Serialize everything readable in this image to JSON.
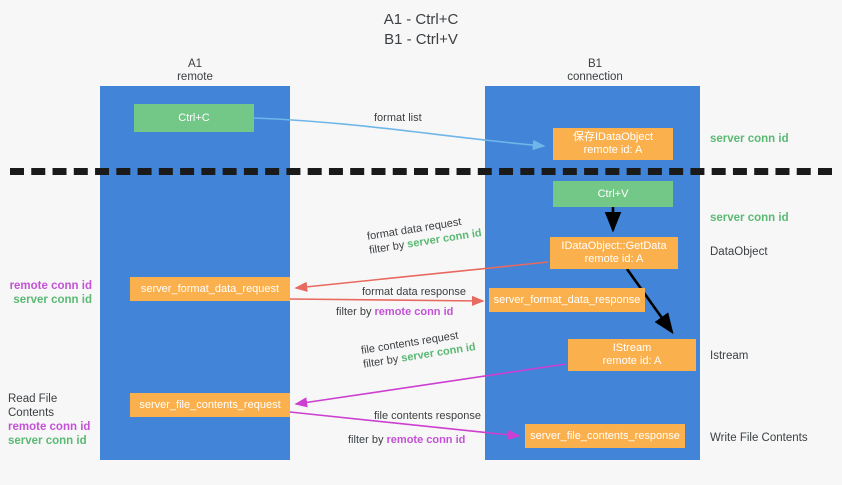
{
  "title": {
    "line1": "A1 - Ctrl+C",
    "line2": "B1 - Ctrl+V"
  },
  "lanes": [
    {
      "id": "a1",
      "name": "A1",
      "role": "remote",
      "color": "#4285d8"
    },
    {
      "id": "b1",
      "name": "B1",
      "role": "connection",
      "color": "#4285d8"
    }
  ],
  "nodes": {
    "ctrl_c": {
      "label": "Ctrl+C",
      "sub": "",
      "color": "#73c787"
    },
    "save_idataobject": {
      "label": "保存IDataObject",
      "sub": "remote id: A",
      "color": "#fbb04e"
    },
    "ctrl_v": {
      "label": "Ctrl+V",
      "sub": "",
      "color": "#73c787"
    },
    "getdata": {
      "label": "IDataObject::GetData",
      "sub": "remote id: A",
      "color": "#fbb04e"
    },
    "istream": {
      "label": "IStream",
      "sub": "remote id: A",
      "color": "#fbb04e"
    },
    "format_data_request": {
      "label": "server_format_data_request",
      "sub": "",
      "color": "#fbb04e"
    },
    "format_data_response": {
      "label": "server_format_data_response",
      "sub": "",
      "color": "#fbb04e"
    },
    "file_contents_request": {
      "label": "server_file_contents_request",
      "sub": "",
      "color": "#fbb04e"
    },
    "file_contents_response": {
      "label": "server_file_contents_response",
      "sub": "",
      "color": "#fbb04e"
    }
  },
  "edge_labels": {
    "format_list": "format list",
    "format_data_request": "format data request",
    "format_data_request_filter_prefix": "filter by ",
    "format_data_request_filter_key": "server conn id",
    "format_data_response": "format data response",
    "format_data_response_filter_prefix": "filter by ",
    "format_data_response_filter_key": "remote conn id",
    "file_contents_request": "file contents request",
    "file_contents_request_filter_prefix": "filter by ",
    "file_contents_request_filter_key": "server conn id",
    "file_contents_response": "file contents response",
    "file_contents_response_filter_prefix": "filter by ",
    "file_contents_response_filter_key": "remote conn id"
  },
  "side_labels": {
    "server_conn_id_top": "server conn id",
    "server_conn_id_mid": "server conn id",
    "dataobject": "DataObject",
    "istream": "Istream",
    "write_file_contents": "Write File Contents",
    "read_file_contents": "Read File Contents",
    "remote_conn_id": "remote conn id",
    "server_conn_id": "server conn id"
  },
  "colors": {
    "lane": "#4285d8",
    "green_node": "#73c787",
    "orange_node": "#fbb04e",
    "green_text": "#5bb974",
    "magenta_text": "#c452d6",
    "red_arrow": "#e8695f",
    "magenta_arrow": "#cc3fd0",
    "blue_arrow": "#6fb6e8",
    "black_arrow": "#000000",
    "background": "#f7f7f7"
  }
}
